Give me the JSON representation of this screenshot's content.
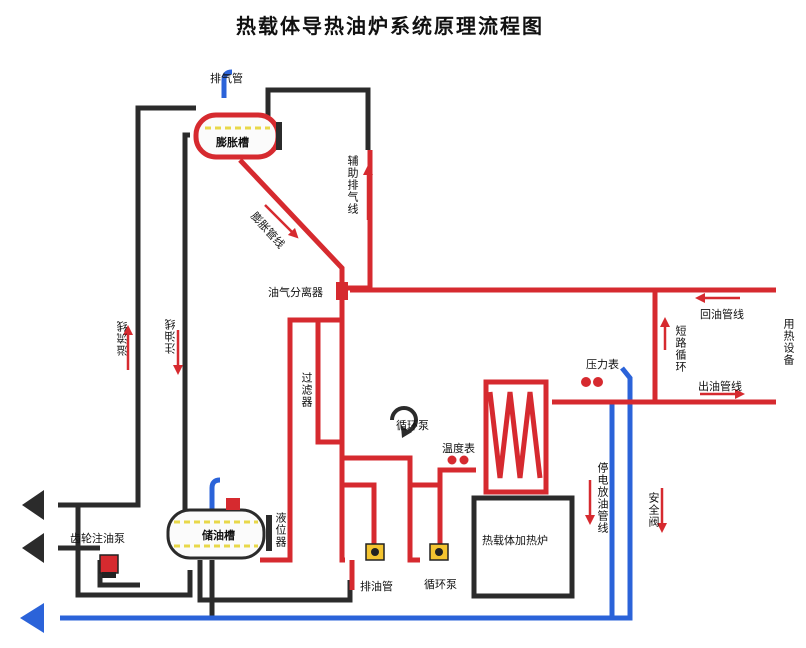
{
  "title": "热载体导热油炉系统原理流程图",
  "labels": {
    "exhaust_pipe": "排气管",
    "expansion_tank": "膨胀槽",
    "aux_exhaust_line": "辅助排气线",
    "expansion_line": "膨胀管线",
    "oil_gas_separator": "油气分离器",
    "oil_return_line": "回油管线",
    "short_circuit": "短路循环",
    "oil_out_line": "出油管线",
    "equipment": "用热设备",
    "pressure_gauge": "压力表",
    "filter": "过滤器",
    "circulation_pump_arrow": "循环泵",
    "thermometer": "温度表",
    "heater": "热载体加热炉",
    "power_failure_line": "停电放油管线",
    "safety_valve": "安全阀",
    "storage_tank": "储油槽",
    "level_gauge": "液位器",
    "gear_pump": "齿轮注油泵",
    "drain_pipe": "排油管",
    "circulation_pump": "循环泵",
    "overflow_line": "溢流线",
    "injection_line": "注油线"
  },
  "colors": {
    "hot_oil": "#d62a2f",
    "cold_line": "#2b63d9",
    "black_line": "#2b2b2b",
    "tank_fill": "#fbfbfb",
    "stripe": "#e8d84a",
    "pump": "#f4c430"
  }
}
